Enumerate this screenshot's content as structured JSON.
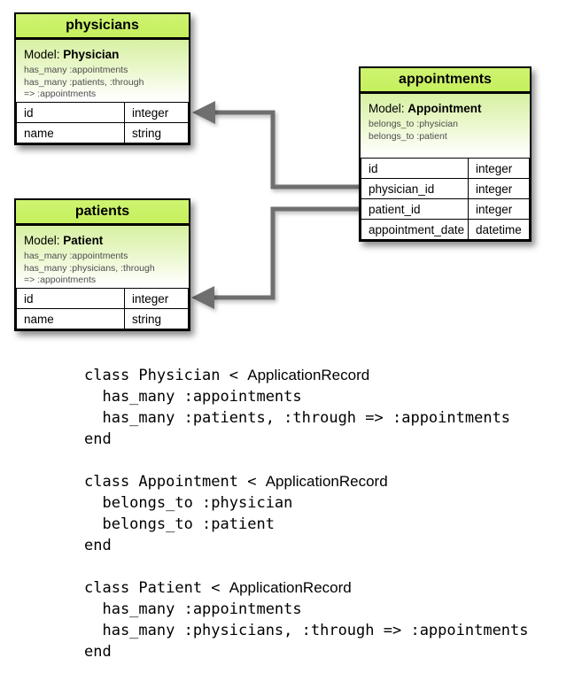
{
  "diagram": {
    "tables": [
      {
        "id": "physicians",
        "title": "physicians",
        "model_label": "Model:",
        "model": "Physician",
        "associations": [
          "has_many :appointments",
          "has_many :patients, :through",
          "=> :appointments"
        ],
        "rows": [
          {
            "name": "id",
            "type": "integer"
          },
          {
            "name": "name",
            "type": "string"
          }
        ]
      },
      {
        "id": "appointments",
        "title": "appointments",
        "model_label": "Model:",
        "model": "Appointment",
        "associations": [
          "belongs_to :physician",
          "belongs_to :patient"
        ],
        "rows": [
          {
            "name": "id",
            "type": "integer"
          },
          {
            "name": "physician_id",
            "type": "integer"
          },
          {
            "name": "patient_id",
            "type": "integer"
          },
          {
            "name": "appointment_date",
            "type": "datetime"
          }
        ]
      },
      {
        "id": "patients",
        "title": "patients",
        "model_label": "Model:",
        "model": "Patient",
        "associations": [
          "has_many :appointments",
          "has_many :physicians, :through",
          "=> :appointments"
        ],
        "rows": [
          {
            "name": "id",
            "type": "integer"
          },
          {
            "name": "name",
            "type": "string"
          }
        ]
      }
    ],
    "relationships": [
      {
        "from": "appointments.physician_id",
        "to": "physicians.id"
      },
      {
        "from": "appointments.patient_id",
        "to": "patients.id"
      }
    ],
    "colors": {
      "header_green": "#c9f164",
      "model_gradient_top": "#d7f0a2",
      "arrow_gray": "#6f6f6f",
      "assoc_text": "#4d4d4d"
    }
  },
  "code": {
    "special_word": "ApplicationRecord",
    "blocks": [
      {
        "lines": [
          "class Physician < ApplicationRecord",
          "  has_many :appointments",
          "  has_many :patients, :through => :appointments",
          "end"
        ]
      },
      {
        "lines": [
          "class Appointment < ApplicationRecord",
          "  belongs_to :physician",
          "  belongs_to :patient",
          "end"
        ]
      },
      {
        "lines": [
          "class Patient < ApplicationRecord",
          "  has_many :appointments",
          "  has_many :physicians, :through => :appointments",
          "end"
        ]
      }
    ]
  }
}
